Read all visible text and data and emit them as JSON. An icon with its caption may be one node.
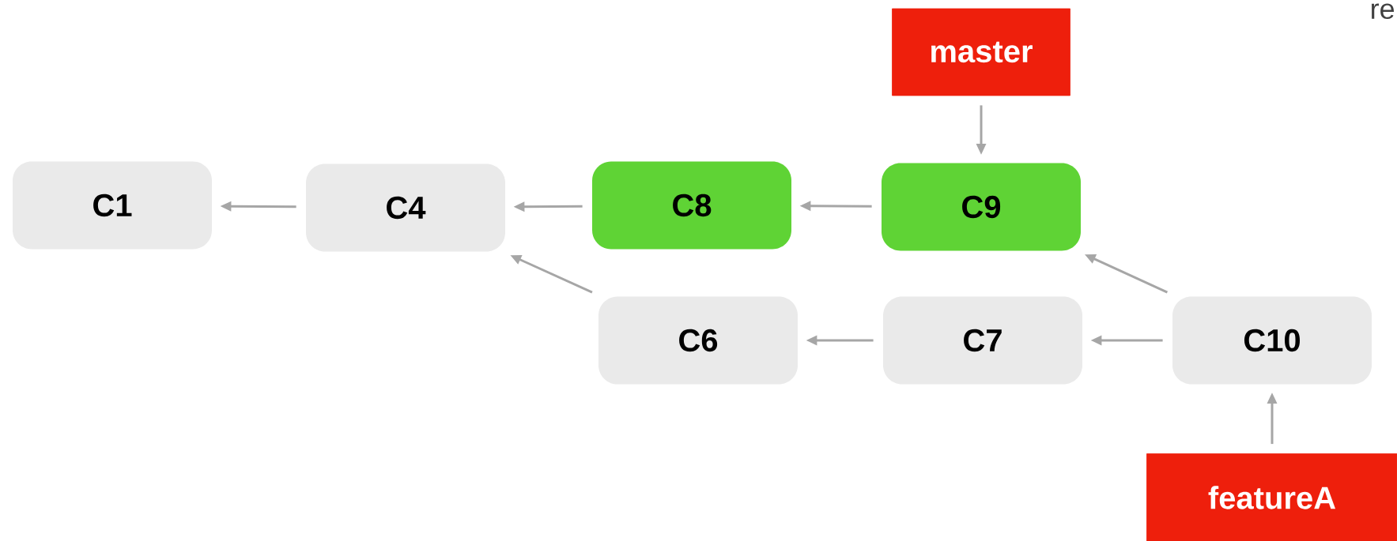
{
  "diagram": {
    "nodes": [
      {
        "text": [
          "master"
        ]
      },
      {
        "text": [
          "C1"
        ]
      },
      {
        "text": [
          "C4"
        ]
      },
      {
        "text": [
          "C8"
        ]
      },
      {
        "text": [
          "C9"
        ]
      },
      {
        "text": [
          "C6"
        ]
      },
      {
        "text": [
          "C7"
        ]
      },
      {
        "text": [
          "C10"
        ]
      },
      {
        "text": [
          "featureA"
        ]
      }
    ],
    "edges": [
      {
        "from": 0,
        "to": 4,
        "arrow": "to"
      },
      {
        "from": 2,
        "to": 1,
        "arrow": "to"
      },
      {
        "from": 3,
        "to": 2,
        "arrow": "to"
      },
      {
        "from": 4,
        "to": 3,
        "arrow": "to"
      },
      {
        "from": 5,
        "to": 2,
        "arrow": "to"
      },
      {
        "from": 6,
        "to": 5,
        "arrow": "to"
      },
      {
        "from": 7,
        "to": 6,
        "arrow": "to"
      },
      {
        "from": 7,
        "to": 4,
        "arrow": "to"
      },
      {
        "from": 8,
        "to": 7,
        "arrow": "to"
      }
    ],
    "labels": [
      "re"
    ]
  }
}
